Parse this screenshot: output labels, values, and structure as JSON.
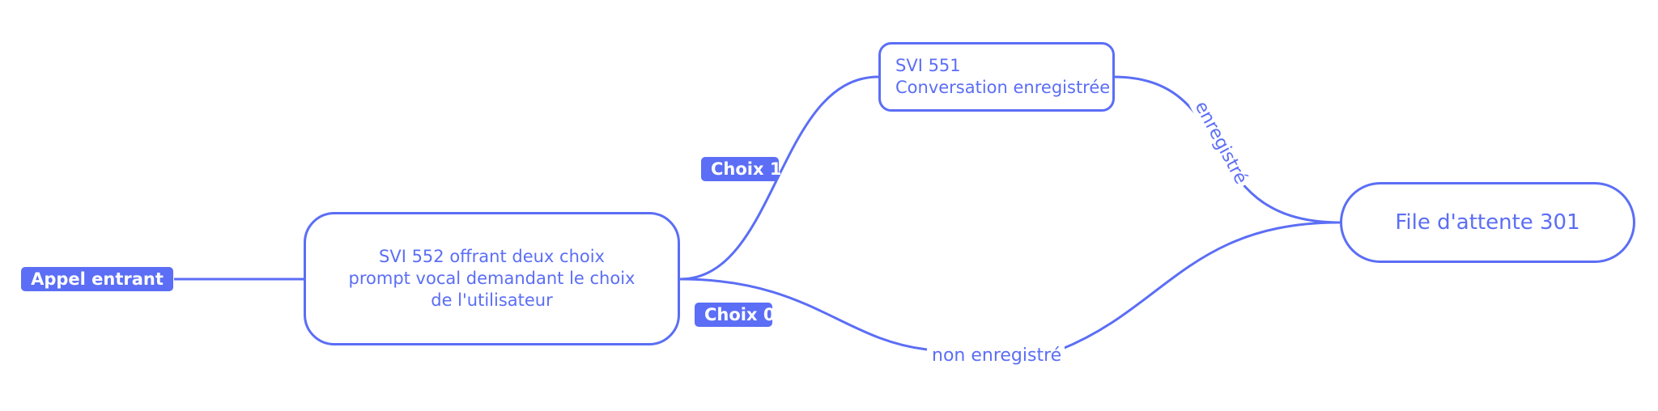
{
  "colors": {
    "accent": "#5b6ef5",
    "background": "#ffffff"
  },
  "nodes": {
    "start": {
      "label": "Appel entrant"
    },
    "svi552": {
      "lines": [
        "SVI 552 offrant deux choix",
        "prompt vocal demandant le choix",
        "de l'utilisateur"
      ]
    },
    "svi551": {
      "lines": [
        "SVI 551",
        "Conversation enregistrée"
      ]
    },
    "queue": {
      "label": "File d'attente 301"
    }
  },
  "edges": {
    "choix1": {
      "label": "Choix 1"
    },
    "choix0": {
      "label": "Choix 0"
    },
    "recorded": {
      "label": "enregistré"
    },
    "not_recorded": {
      "label": "non enregistré"
    }
  }
}
